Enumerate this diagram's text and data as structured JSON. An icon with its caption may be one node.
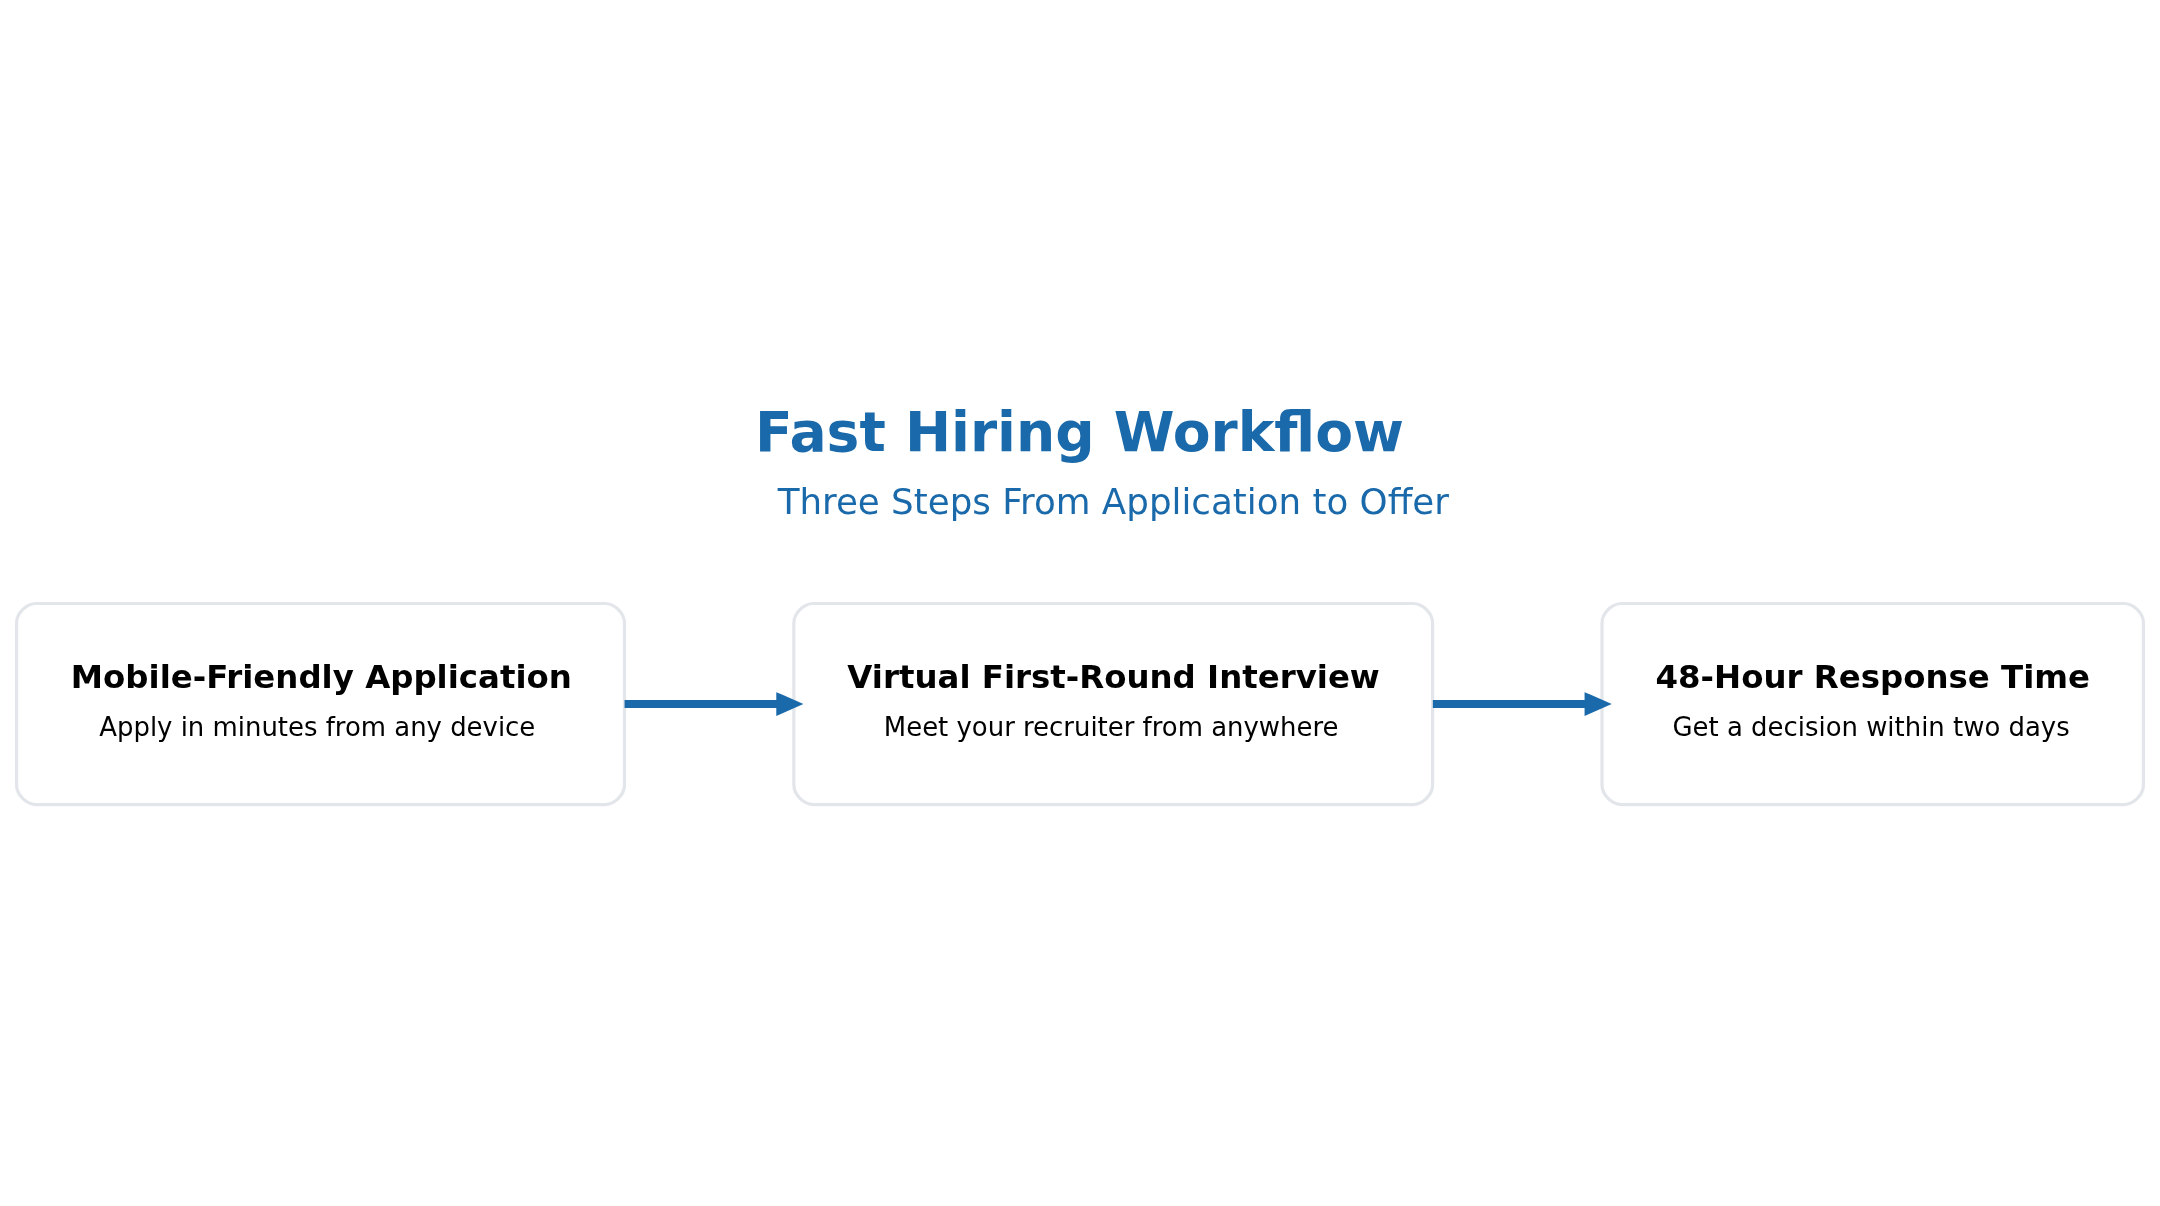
{
  "diagram": {
    "title": "Fast Hiring Workflow",
    "nodes": [
      {
        "text": [
          "Mobile-Friendly Application",
          "Apply in minutes from any device"
        ]
      },
      {
        "text": [
          "Virtual First-Round Interview",
          "Meet your recruiter from anywhere"
        ]
      },
      {
        "text": [
          "48-Hour Response Time",
          "Get a decision within two days"
        ]
      }
    ],
    "edges": [
      {
        "from": 0,
        "to": 1,
        "arrow": "to"
      },
      {
        "from": 1,
        "to": 2,
        "arrow": "to"
      }
    ],
    "labels": [
      "Three Steps From Application to Offer"
    ]
  }
}
